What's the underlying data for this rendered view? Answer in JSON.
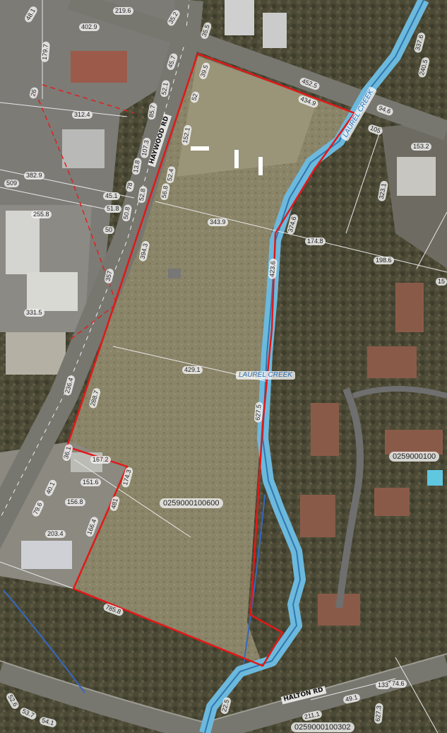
{
  "map": {
    "roads": {
      "haywood": "HAYWOOD RD",
      "halton": "HALTON RD"
    },
    "creek": {
      "name_upper": "LAUREL CREEK",
      "name_mid": "LAUREL CREEK"
    },
    "parcels": {
      "main": "0259000100600",
      "east": "0259000100",
      "south": "0259000100302"
    },
    "dimensions": [
      "219.6",
      "48.1",
      "402.9",
      "35.2",
      "35.5",
      "45.7",
      "39.5",
      "52",
      "452.5",
      "434.9",
      "94.6",
      "105",
      "153.2",
      "240.5",
      "337.6",
      "179.7",
      "26",
      "312.4",
      "52.1",
      "85.7",
      "107.3",
      "13.8",
      "152.1",
      "52.4",
      "56.8",
      "382.9",
      "45.1",
      "509",
      "51.8",
      "50.8",
      "50",
      "255.8",
      "343.9",
      "374.6",
      "174.8",
      "323.1",
      "198.6",
      "394.3",
      "357",
      "331.5",
      "423.6",
      "429.1",
      "236.4",
      "288.7",
      "627.5",
      "36.1",
      "167.2",
      "174.3",
      "151.6",
      "481",
      "40.1",
      "156.8",
      "79.6",
      "166.4",
      "203.4",
      "785.8",
      "52.6",
      "53.7",
      "54.1",
      "211.1",
      "49.1",
      "133",
      "74.6",
      "627.3",
      "78",
      "22.5",
      "52.8",
      "15"
    ]
  }
}
